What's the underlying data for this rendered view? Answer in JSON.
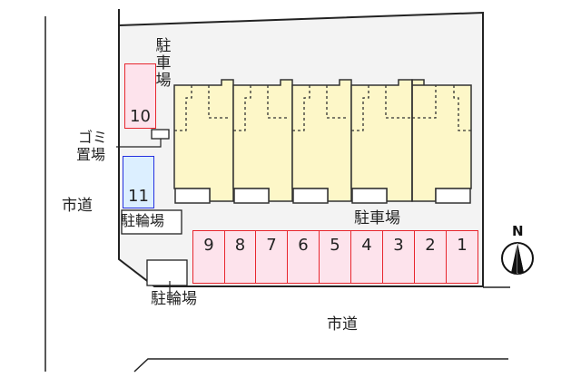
{
  "map": {
    "roads": {
      "west_label": "市道",
      "south_label": "市道"
    },
    "labels": {
      "parking_vertical": [
        "駐",
        "車",
        "場"
      ],
      "garbage_area": [
        "ゴミ",
        "置場"
      ],
      "bicycle_parking_left": "駐輪場",
      "bicycle_parking_bottom": "駐輪場",
      "parking_main": "駐車場"
    },
    "parking_slots": [
      {
        "id": "10",
        "label": "10",
        "color": "red"
      },
      {
        "id": "11",
        "label": "11",
        "color": "blue"
      },
      {
        "id": "9",
        "label": "9",
        "color": "red"
      },
      {
        "id": "8",
        "label": "8",
        "color": "red"
      },
      {
        "id": "7",
        "label": "7",
        "color": "red"
      },
      {
        "id": "6",
        "label": "6",
        "color": "red"
      },
      {
        "id": "5",
        "label": "5",
        "color": "red"
      },
      {
        "id": "4",
        "label": "4",
        "color": "red"
      },
      {
        "id": "3",
        "label": "3",
        "color": "red"
      },
      {
        "id": "2",
        "label": "2",
        "color": "red"
      },
      {
        "id": "1",
        "label": "1",
        "color": "red"
      }
    ],
    "building": {
      "units": 5
    },
    "compass": {
      "label": "N"
    },
    "colors": {
      "lot_fill": "#f3f3f3",
      "building_fill": "#fdf7c8",
      "slot_red_border": "#e8262e",
      "slot_red_fill": "#fde3ec",
      "slot_blue_border": "#2530e0",
      "slot_blue_fill": "#dcefff",
      "line": "#222222"
    }
  }
}
